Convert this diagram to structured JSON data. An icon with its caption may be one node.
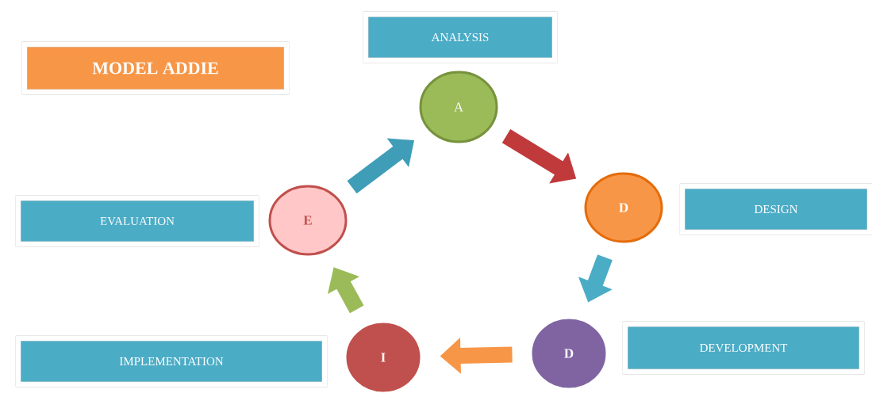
{
  "diagram": {
    "nodes": [
      {
        "text": [
          "MODEL ADDIE"
        ]
      },
      {
        "text": [
          "ANALYSIS"
        ]
      },
      {
        "text": [
          "A"
        ]
      },
      {
        "text": [
          "DESIGN"
        ]
      },
      {
        "text": [
          "D"
        ]
      },
      {
        "text": [
          "DEVELOPMENT"
        ]
      },
      {
        "text": [
          "D"
        ]
      },
      {
        "text": [
          "IMPLEMENTATION"
        ]
      },
      {
        "text": [
          "I"
        ]
      },
      {
        "text": [
          "EVALUATION"
        ]
      },
      {
        "text": [
          "E"
        ]
      }
    ],
    "edges": [
      {
        "from": 2,
        "to": 4,
        "arrow": "to",
        "color": "#c0393b"
      },
      {
        "from": 4,
        "to": 6,
        "arrow": "to",
        "color": "#4bacc6"
      },
      {
        "from": 6,
        "to": 8,
        "arrow": "to",
        "color": "#f79646"
      },
      {
        "from": 8,
        "to": 10,
        "arrow": "to",
        "color": "#9bbb59"
      },
      {
        "from": 10,
        "to": 2,
        "arrow": "to",
        "color": "#3f9db8"
      }
    ]
  }
}
